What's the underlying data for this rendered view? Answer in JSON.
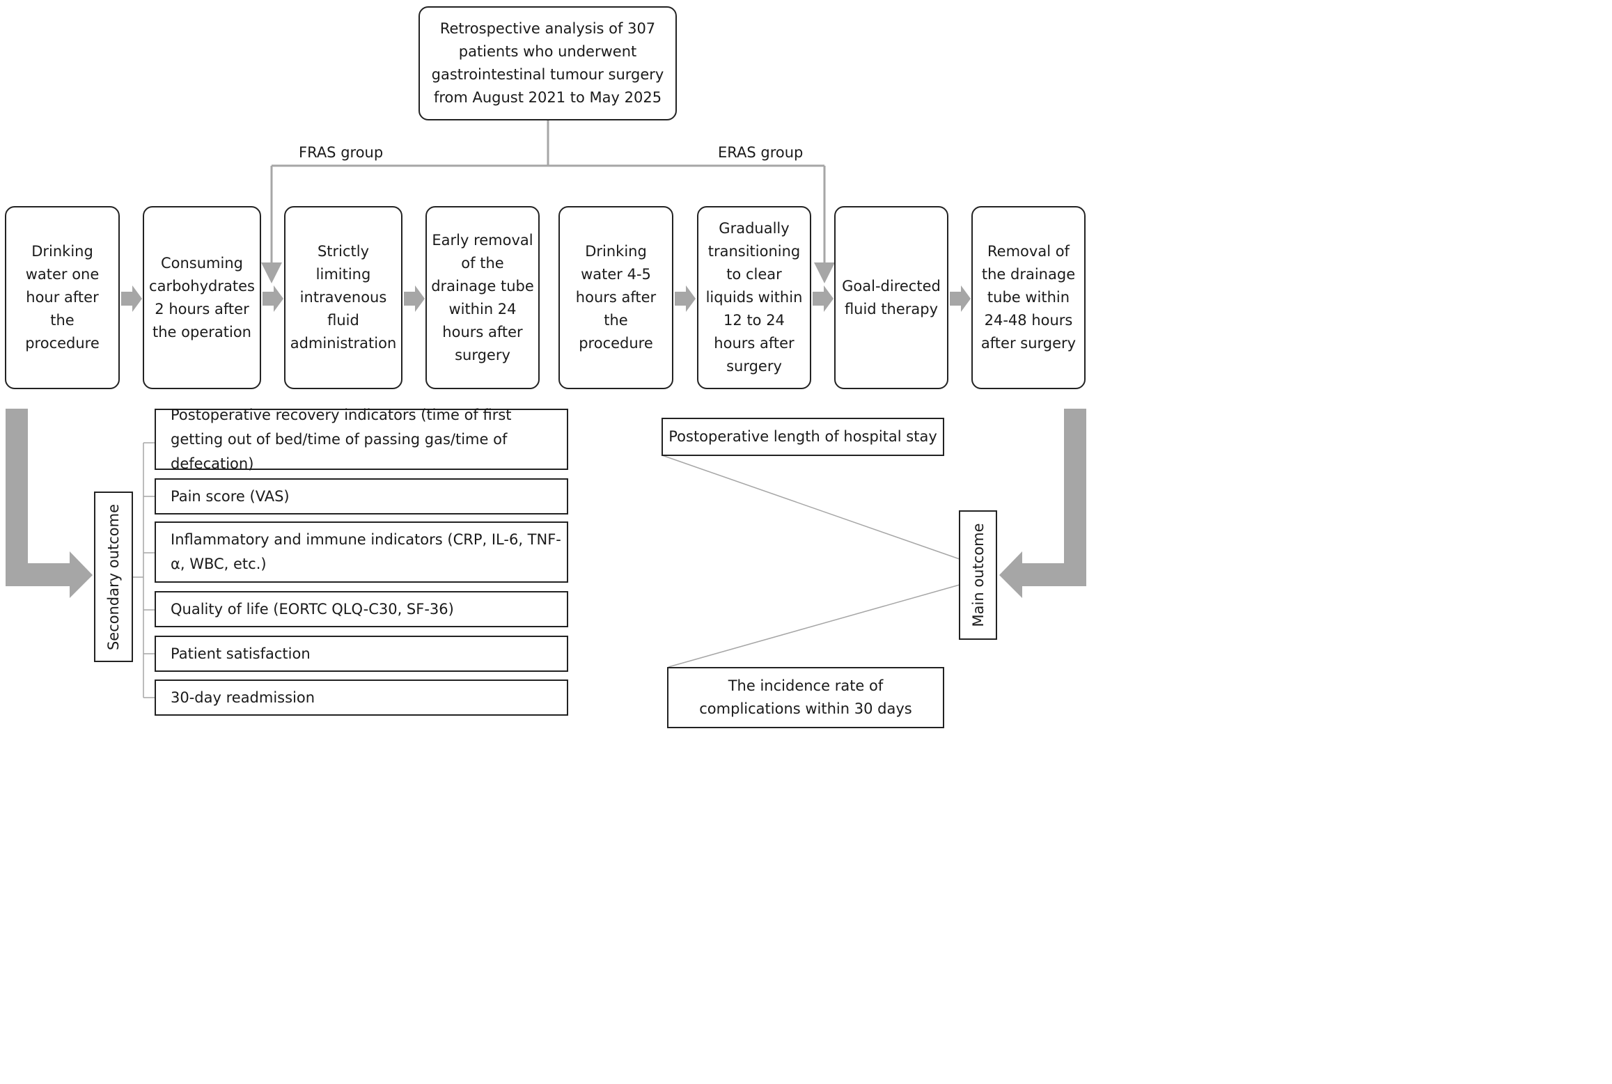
{
  "top": {
    "text": "Retrospective analysis of 307\npatients who underwent\ngastrointestinal tumour surgery\nfrom August 2021 to May 2025"
  },
  "groups": {
    "left": "FRAS group",
    "right": "ERAS group"
  },
  "steps": [
    "Drinking\nwater one\nhour after\nthe\nprocedure",
    "Consuming\ncarbohydrates\n2 hours after\nthe operation",
    "Strictly\nlimiting\nintravenous\nfluid\nadministration",
    "Early removal\nof the\ndrainage tube\nwithin 24\nhours after\nsurgery",
    "Drinking\nwater 4-5\nhours after\nthe\nprocedure",
    "Gradually\ntransitioning\nto clear\nliquids within\n12 to 24\nhours after\nsurgery",
    "Goal-directed\nfluid therapy",
    "Removal of\nthe drainage\ntube within\n24-48 hours\nafter surgery"
  ],
  "secondary": {
    "label": "Secondary outcome",
    "items": [
      "Postoperative recovery indicators (time of first getting out of bed/time of passing gas/time of defecation)",
      "Pain score (VAS)",
      "Inflammatory and immune indicators (CRP, IL-6, TNF-α, WBC, etc.)",
      "Quality of life (EORTC QLQ-C30, SF-36)",
      "Patient satisfaction",
      "30-day readmission"
    ]
  },
  "main": {
    "label": "Main outcome",
    "items": [
      "Postoperative length of hospital stay",
      "The incidence rate of complications within 30 days"
    ]
  },
  "colors": {
    "connector": "#a6a6a6",
    "border": "#222222"
  }
}
